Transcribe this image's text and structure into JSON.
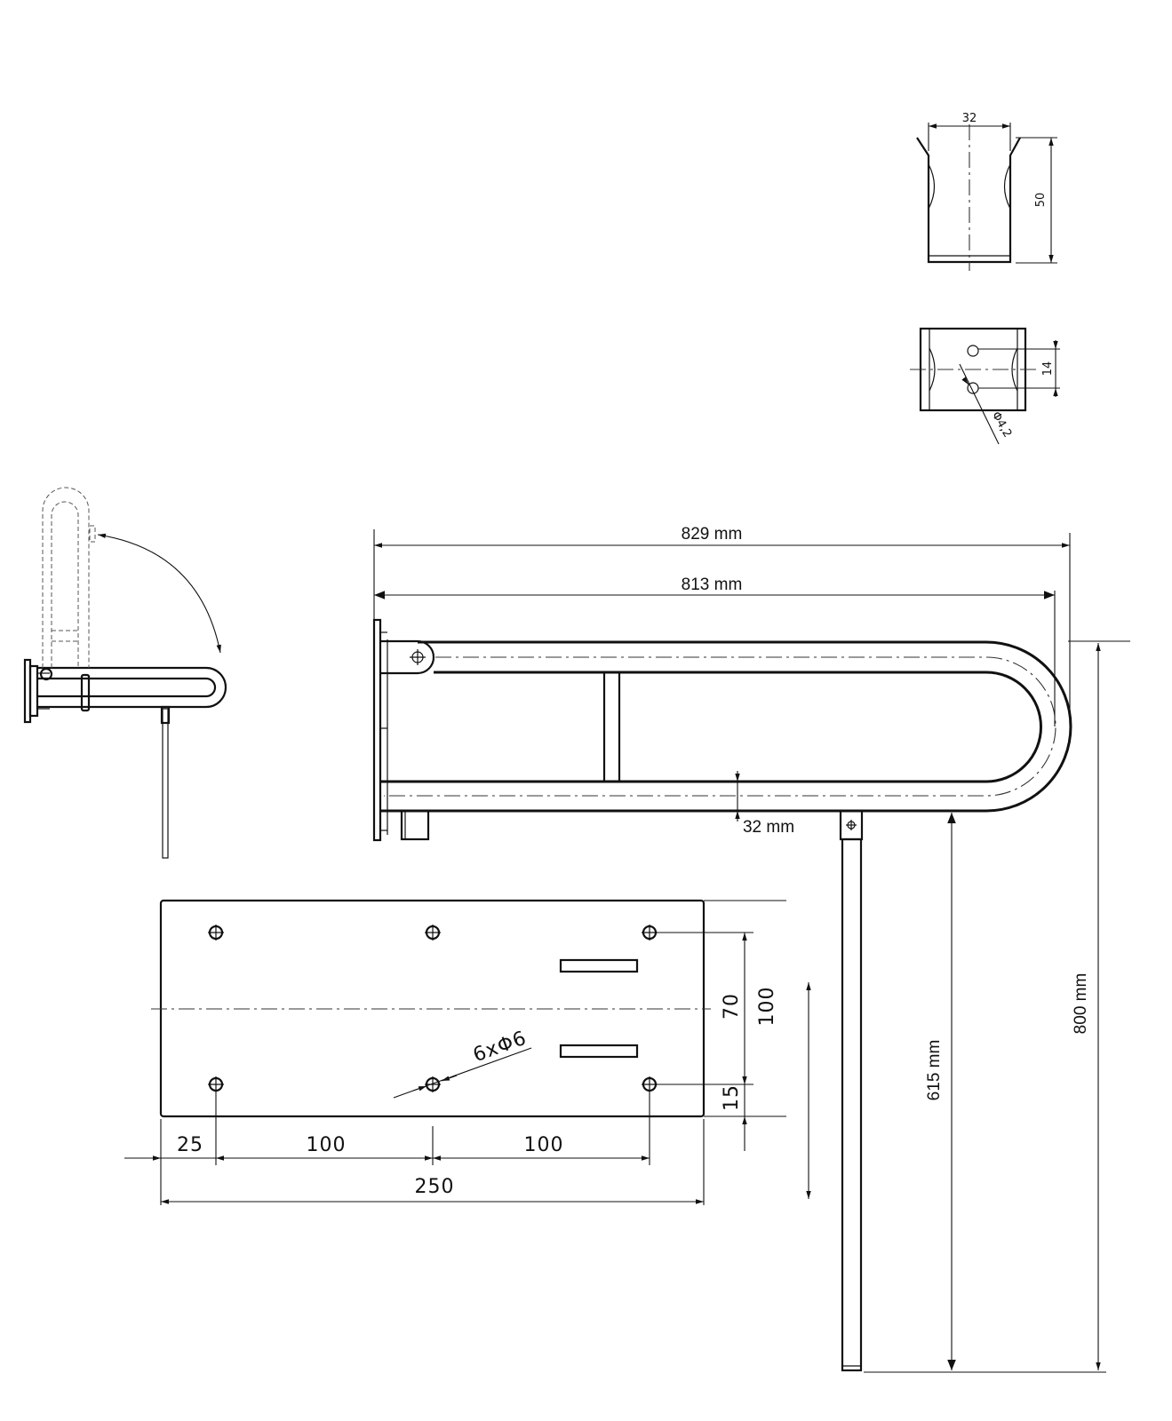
{
  "dimensions": {
    "overall_length": "829 mm",
    "inner_length": "813 mm",
    "tube_diameter": "32 mm",
    "leg_height": "615 mm",
    "total_height": "800 mm"
  },
  "wall_plate": {
    "width": "250",
    "edge_offset": "25",
    "hole_spacing_1": "100",
    "hole_spacing_2": "100",
    "hole_vertical_spacing": "70",
    "height": "100",
    "bottom_offset": "15",
    "holes": "6xΦ6"
  },
  "bracket_detail": {
    "width": "32",
    "height": "50",
    "hole_spacing": "14",
    "hole_diameter": "Φ4,2"
  }
}
